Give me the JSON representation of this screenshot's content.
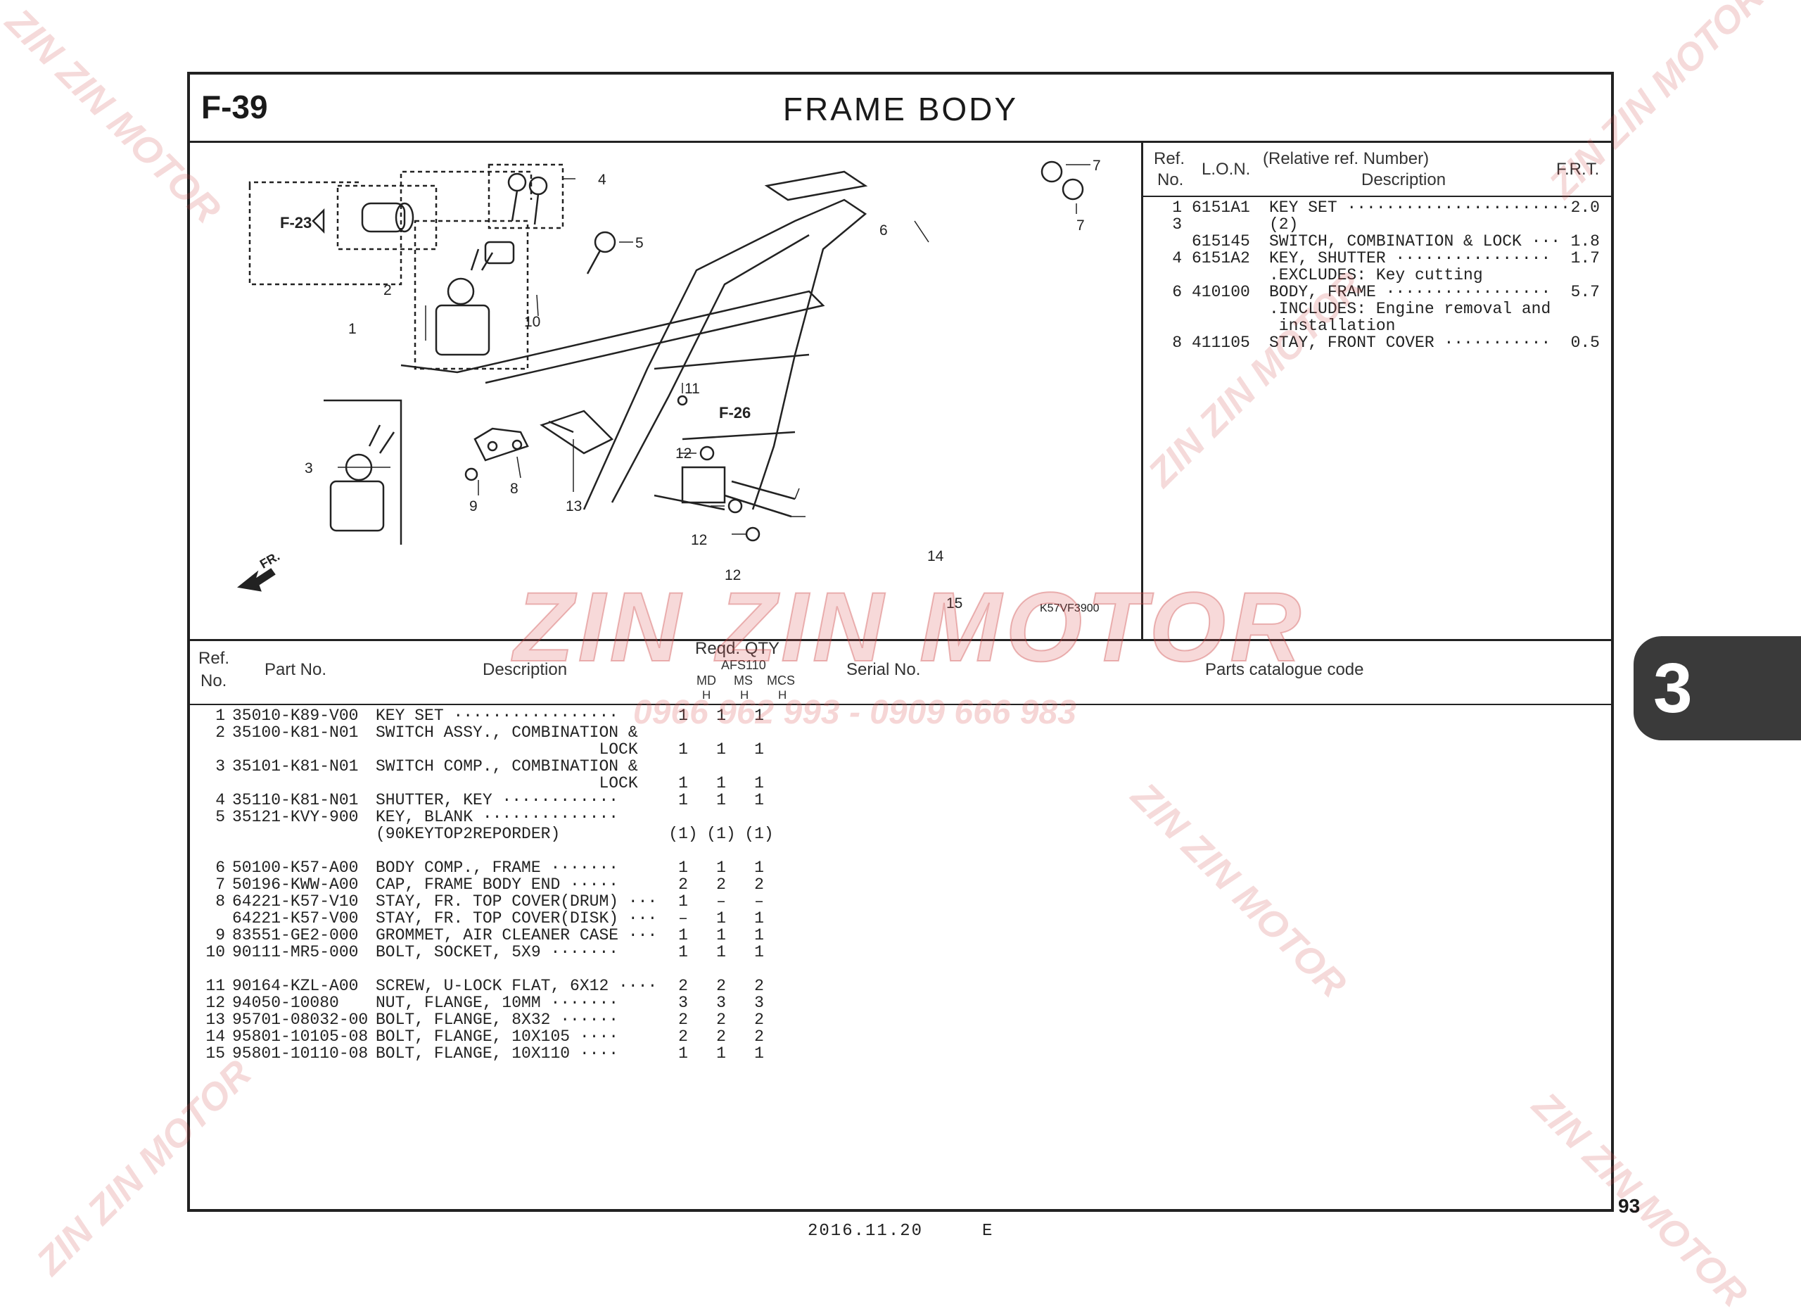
{
  "header": {
    "figure": "F-39",
    "title": "FRAME  BODY"
  },
  "diagram": {
    "callouts": [
      "1",
      "2",
      "3",
      "4",
      "5",
      "6",
      "7",
      "7",
      "8",
      "9",
      "10",
      "11",
      "12",
      "12",
      "12",
      "13",
      "14",
      "15"
    ],
    "refs": [
      "F-23",
      "F-26"
    ],
    "fr_arrow": "FR.",
    "code": "K57VF3900"
  },
  "frt_table": {
    "headers": {
      "ref": "Ref.",
      "no": "No.",
      "lon": "L.O.N.",
      "relative": "(Relative ref. Number)",
      "description": "Description",
      "frt": "F.R.T."
    },
    "rows": [
      {
        "ref": "1",
        "lon": "6151A1",
        "desc": "KEY SET ·······················",
        "frt": "2.0"
      },
      {
        "ref": "3",
        "lon": "",
        "desc": "(2)",
        "frt": ""
      },
      {
        "ref": "",
        "lon": "615145",
        "desc": "SWITCH, COMBINATION & LOCK ···",
        "frt": "1.8"
      },
      {
        "ref": "4",
        "lon": "6151A2",
        "desc": "KEY, SHUTTER ················",
        "frt": "1.7"
      },
      {
        "ref": "",
        "lon": "",
        "desc": ".EXCLUDES: Key cutting",
        "frt": ""
      },
      {
        "ref": "6",
        "lon": "410100",
        "desc": "BODY, FRAME ·················",
        "frt": "5.7"
      },
      {
        "ref": "",
        "lon": "",
        "desc": ".INCLUDES: Engine removal and",
        "frt": ""
      },
      {
        "ref": "",
        "lon": "",
        "desc": " installation",
        "frt": ""
      },
      {
        "ref": "8",
        "lon": "411105",
        "desc": "STAY, FRONT COVER ···········",
        "frt": "0.5"
      }
    ]
  },
  "parts_table": {
    "headers": {
      "ref": "Ref.",
      "no": "No.",
      "part_no": "Part No.",
      "description": "Description",
      "reqd_qty": "Reqd. QTY",
      "model": "AFS110",
      "variants": [
        "MD",
        "MS",
        "MCS"
      ],
      "variant_sub": [
        "H",
        "H",
        "H"
      ],
      "serial": "Serial No.",
      "catalogue": "Parts catalogue code"
    },
    "rows": [
      {
        "ref": "1",
        "part": "35010-K89-V00",
        "desc": "KEY SET ·················",
        "q": [
          "1",
          "1",
          "1"
        ]
      },
      {
        "ref": "2",
        "part": "35100-K81-N01",
        "desc": "SWITCH ASSY., COMBINATION &",
        "q": [
          "",
          "",
          ""
        ]
      },
      {
        "ref": "",
        "part": "",
        "desc": "                       LOCK",
        "q": [
          "1",
          "1",
          "1"
        ]
      },
      {
        "ref": "3",
        "part": "35101-K81-N01",
        "desc": "SWITCH COMP., COMBINATION &",
        "q": [
          "",
          "",
          ""
        ]
      },
      {
        "ref": "",
        "part": "",
        "desc": "                       LOCK",
        "q": [
          "1",
          "1",
          "1"
        ]
      },
      {
        "ref": "4",
        "part": "35110-K81-N01",
        "desc": "SHUTTER, KEY ············",
        "q": [
          "1",
          "1",
          "1"
        ]
      },
      {
        "ref": "5",
        "part": "35121-KVY-900",
        "desc": "KEY, BLANK ··············",
        "q": [
          "",
          "",
          ""
        ]
      },
      {
        "ref": "",
        "part": "",
        "desc": "(90KEYTOP2REPORDER)",
        "q": [
          "(1)",
          "(1)",
          "(1)"
        ]
      },
      {
        "ref": "",
        "part": "",
        "desc": "",
        "q": [
          "",
          "",
          ""
        ]
      },
      {
        "ref": "6",
        "part": "50100-K57-A00",
        "desc": "BODY COMP., FRAME ·······",
        "q": [
          "1",
          "1",
          "1"
        ]
      },
      {
        "ref": "7",
        "part": "50196-KWW-A00",
        "desc": "CAP, FRAME BODY END ·····",
        "q": [
          "2",
          "2",
          "2"
        ]
      },
      {
        "ref": "8",
        "part": "64221-K57-V10",
        "desc": "STAY, FR. TOP COVER(DRUM) ···",
        "q": [
          "1",
          "–",
          "–"
        ]
      },
      {
        "ref": "",
        "part": "64221-K57-V00",
        "desc": "STAY, FR. TOP COVER(DISK) ···",
        "q": [
          "–",
          "1",
          "1"
        ]
      },
      {
        "ref": "9",
        "part": "83551-GE2-000",
        "desc": "GROMMET, AIR CLEANER CASE ···",
        "q": [
          "1",
          "1",
          "1"
        ]
      },
      {
        "ref": "10",
        "part": "90111-MR5-000",
        "desc": "BOLT, SOCKET, 5X9 ·······",
        "q": [
          "1",
          "1",
          "1"
        ]
      },
      {
        "ref": "",
        "part": "",
        "desc": "",
        "q": [
          "",
          "",
          ""
        ]
      },
      {
        "ref": "11",
        "part": "90164-KZL-A00",
        "desc": "SCREW, U-LOCK FLAT, 6X12 ····",
        "q": [
          "2",
          "2",
          "2"
        ]
      },
      {
        "ref": "12",
        "part": "94050-10080",
        "desc": "NUT, FLANGE, 10MM ·······",
        "q": [
          "3",
          "3",
          "3"
        ]
      },
      {
        "ref": "13",
        "part": "95701-08032-00",
        "desc": "BOLT, FLANGE, 8X32 ······",
        "q": [
          "2",
          "2",
          "2"
        ]
      },
      {
        "ref": "14",
        "part": "95801-10105-08",
        "desc": "BOLT, FLANGE, 10X105 ····",
        "q": [
          "2",
          "2",
          "2"
        ]
      },
      {
        "ref": "15",
        "part": "95801-10110-08",
        "desc": "BOLT, FLANGE, 10X110 ····",
        "q": [
          "1",
          "1",
          "1"
        ]
      }
    ]
  },
  "section_tab": "3",
  "page_number": "93",
  "footer": {
    "date": "2016.11.20",
    "lang": "E"
  },
  "watermark": {
    "brand": "ZIN ZIN MOTOR",
    "phone": "0966 962 993 - 0909 666 983"
  }
}
